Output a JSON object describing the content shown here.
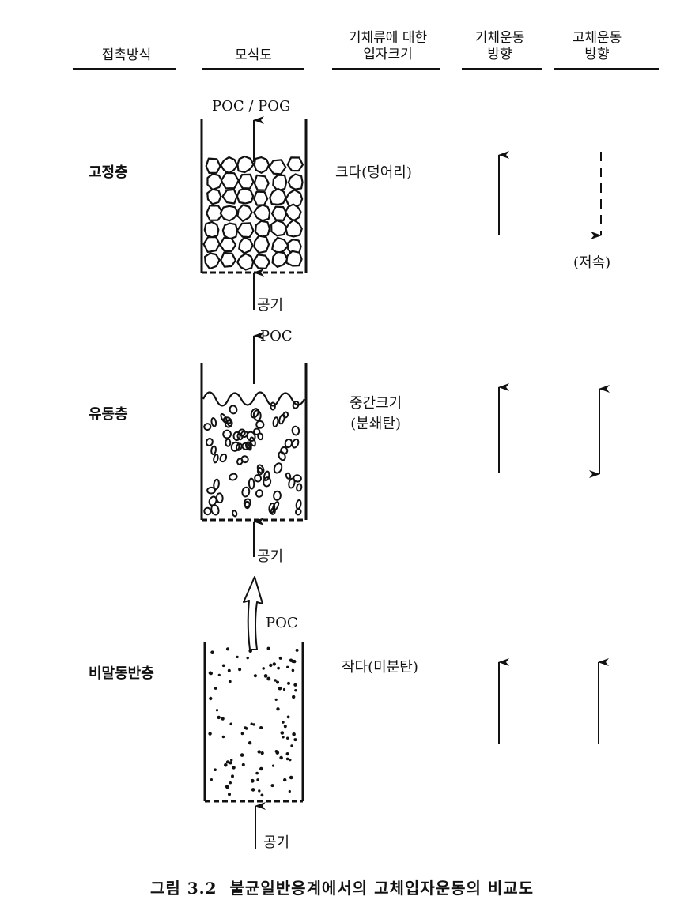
{
  "headers": {
    "contact_method": "접촉방식",
    "schematic": "모식도",
    "particle_size_line1": "기체류에 대한",
    "particle_size_line2": "입자크기",
    "gas_motion_line1": "기체운동",
    "gas_motion_line2": "방향",
    "solid_motion_line1": "고체운동",
    "solid_motion_line2": "방향"
  },
  "rows": [
    {
      "name": "고정층",
      "product": "POC / POG",
      "particle_size": "크다(덩어리)",
      "particle_size_line2": "",
      "solid_note": "(저속)",
      "air_label": "공기"
    },
    {
      "name": "유동층",
      "product": "POC",
      "particle_size": "중간크기",
      "particle_size_line2": "(분쇄탄)",
      "solid_note": "",
      "air_label": "공기"
    },
    {
      "name": "비말동반층",
      "product": "POC",
      "particle_size": "작다(미분탄)",
      "particle_size_line2": "",
      "solid_note": "",
      "air_label": "공기"
    }
  ],
  "caption": {
    "number": "그림 3.2",
    "title": "불균일반응계에서의 고체입자운동의 비교도"
  }
}
